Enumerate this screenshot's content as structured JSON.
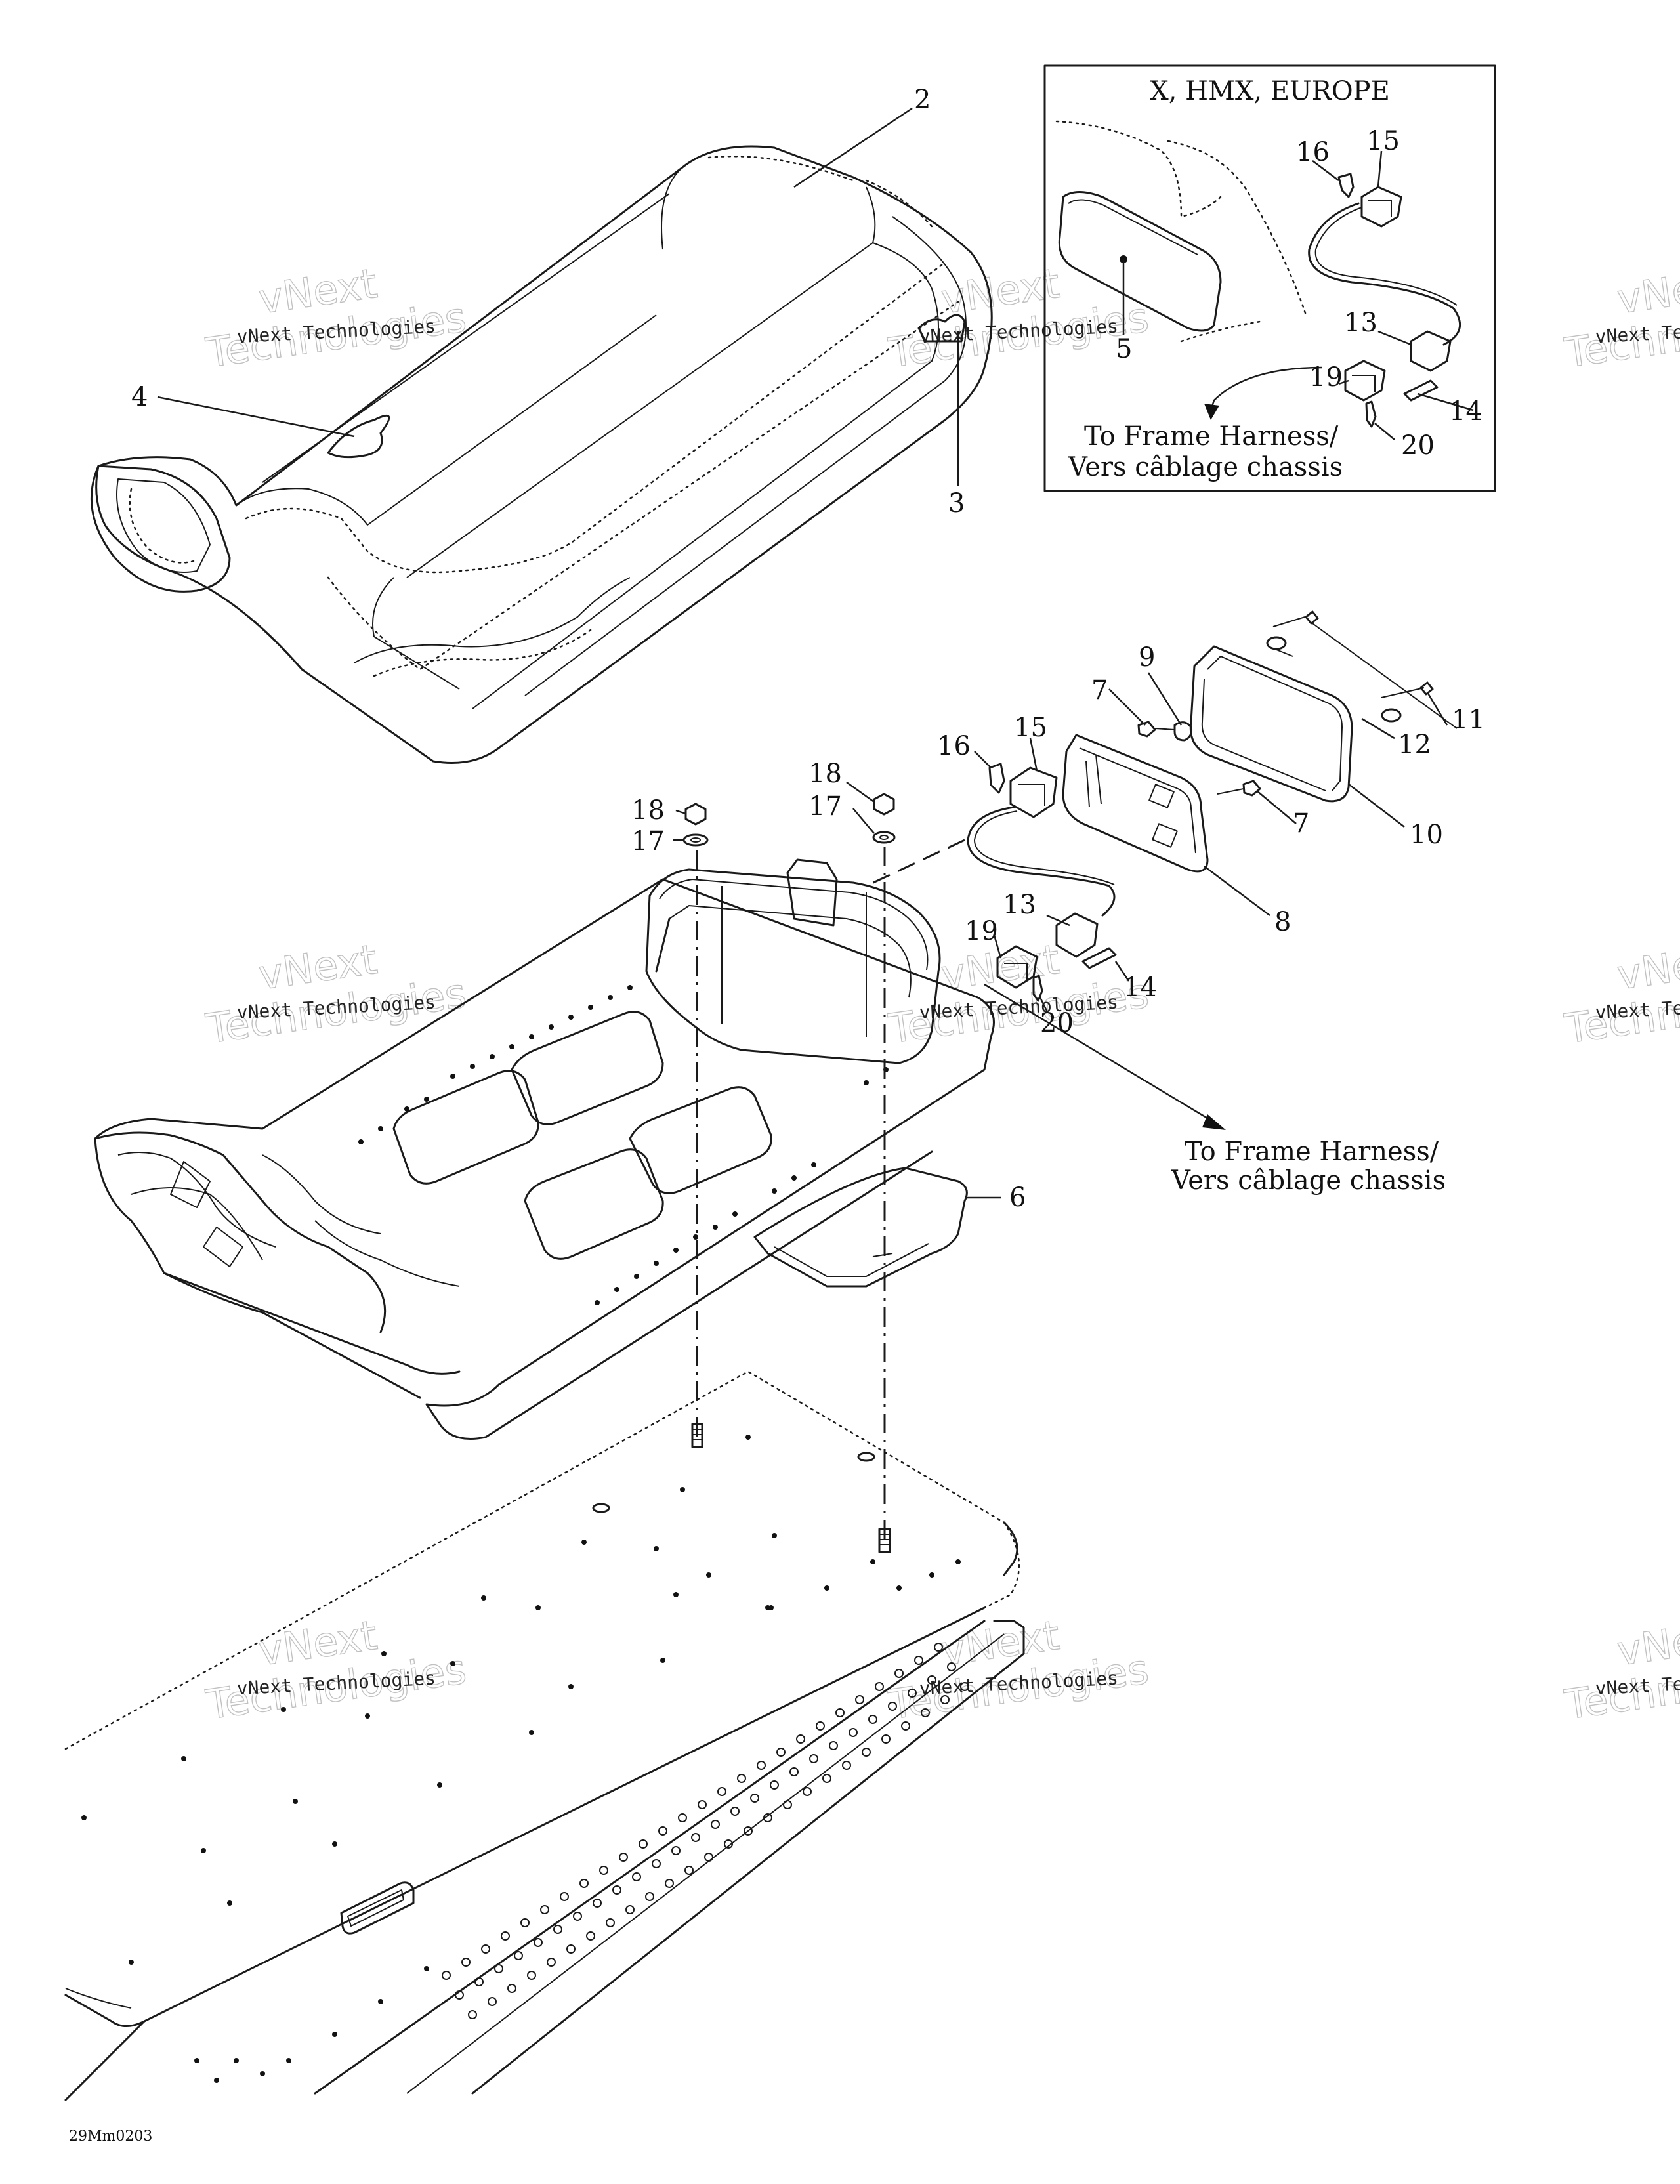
{
  "inset": {
    "title": "X, HMX, EUROPE",
    "note_line1": "To Frame Harness/",
    "note_line2": "Vers câblage chassis"
  },
  "main_note": {
    "line1": "To Frame Harness/",
    "line2": "Vers câblage chassis"
  },
  "callouts": {
    "c2": "2",
    "c3": "3",
    "c4": "4",
    "c6": "6",
    "c7a": "7",
    "c7b": "7",
    "c8": "8",
    "c9": "9",
    "c10": "10",
    "c11": "11",
    "c12": "12",
    "c13": "13",
    "c14": "14",
    "c15": "15",
    "c16": "16",
    "c17a": "17",
    "c17b": "17",
    "c18a": "18",
    "c18b": "18",
    "c19": "19",
    "c20": "20",
    "i5": "5",
    "i13": "13",
    "i14": "14",
    "i15": "15",
    "i16": "16",
    "i19": "19",
    "i20": "20"
  },
  "watermark": {
    "line1": "vNext",
    "line2": "Technologies",
    "label": "vNext Technologies"
  },
  "drawing_code": "29Mm0203"
}
